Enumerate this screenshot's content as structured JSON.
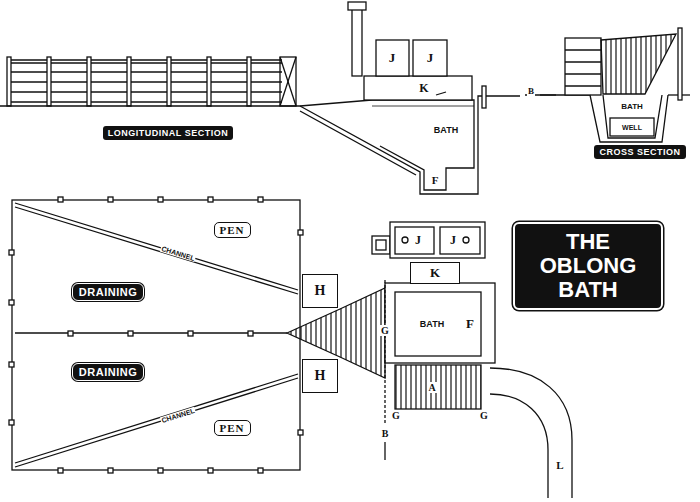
{
  "diagram": {
    "title": "THE OBLONG BATH",
    "nodes": [
      {
        "text": [
          "LONGITUDINAL SECTION"
        ]
      },
      {
        "text": [
          "CROSS SECTION"
        ]
      },
      {
        "text": [
          "PEN"
        ]
      },
      {
        "text": [
          "DRAINING"
        ]
      },
      {
        "text": [
          "DRAINING"
        ]
      },
      {
        "text": [
          "PEN"
        ]
      },
      {
        "text": [
          "H"
        ]
      },
      {
        "text": [
          "H"
        ]
      },
      {
        "text": [
          "K"
        ]
      }
    ],
    "labels": [
      "J",
      "J",
      "K",
      "BATH",
      "F",
      "BATH",
      "WELL",
      "B",
      "CHANNEL",
      "CHANNEL",
      "J",
      "J",
      "BATH",
      "F",
      "G",
      "A",
      "G",
      "G",
      "B",
      "L"
    ]
  }
}
